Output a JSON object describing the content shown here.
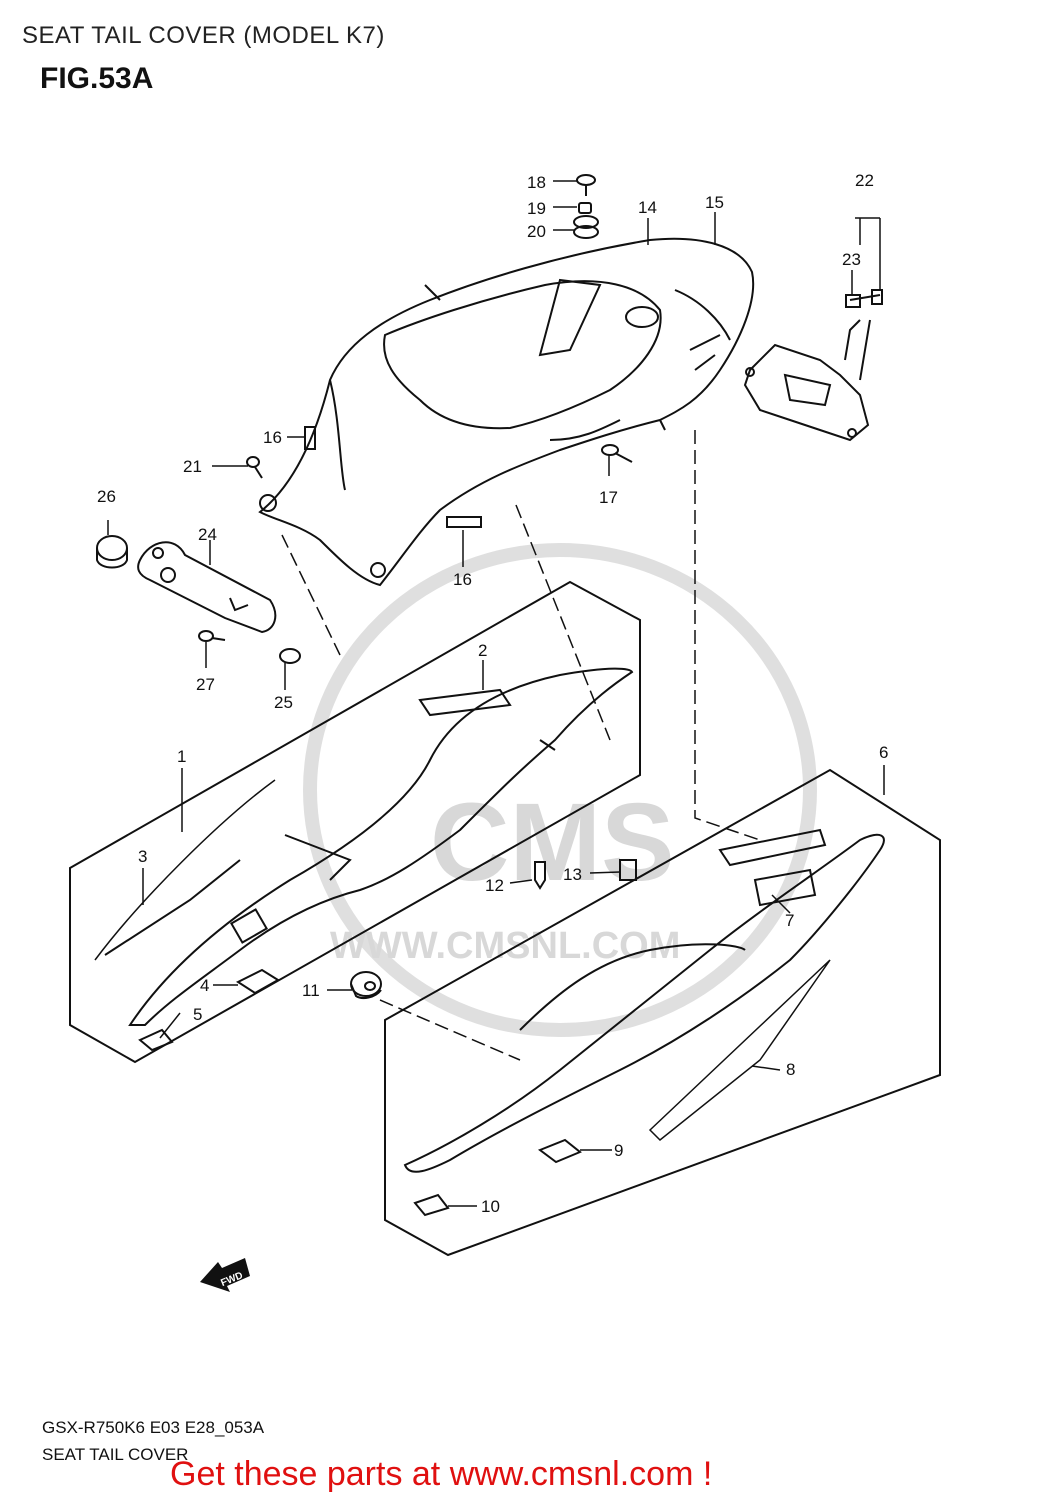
{
  "header": {
    "title": "SEAT TAIL COVER (MODEL K7)",
    "figure": "FIG.53A"
  },
  "callouts": {
    "p1": "1",
    "p2": "2",
    "p3": "3",
    "p4": "4",
    "p5": "5",
    "p6": "6",
    "p7": "7",
    "p8": "8",
    "p9": "9",
    "p10": "10",
    "p11": "11",
    "p12": "12",
    "p13": "13",
    "p14": "14",
    "p15": "15",
    "p16a": "16",
    "p16b": "16",
    "p17": "17",
    "p18": "18",
    "p19": "19",
    "p20": "20",
    "p21": "21",
    "p22": "22",
    "p23": "23",
    "p24": "24",
    "p25": "25",
    "p26": "26",
    "p27": "27"
  },
  "watermark": {
    "text": "WWW.CMSNL.COM",
    "letters": "CMS"
  },
  "fwd_arrow": {
    "label": "FWD"
  },
  "footer": {
    "model_code": "GSX-R750K6 E03 E28_053A",
    "subtitle": "SEAT TAIL COVER"
  },
  "cta": {
    "text": "Get these parts at www.cmsnl.com !",
    "color": "#e01010"
  },
  "colors": {
    "line": "#111111",
    "watermark": "#d4d4d4",
    "cta": "#e01010"
  }
}
